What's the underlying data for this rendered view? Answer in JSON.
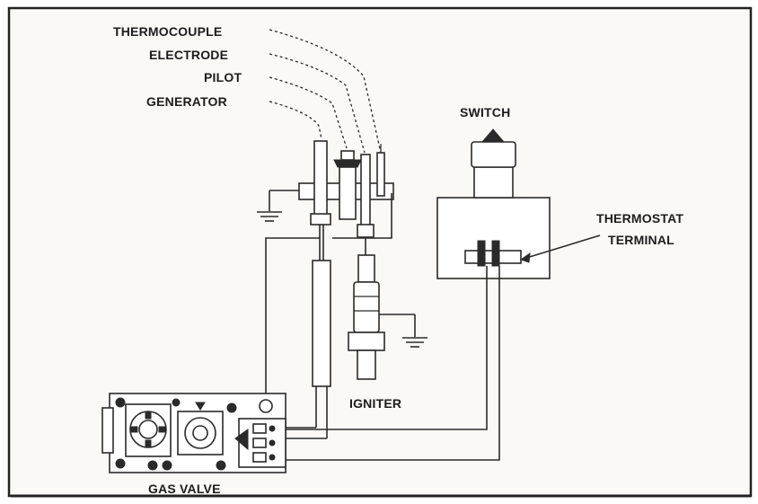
{
  "labels": {
    "thermocouple": "THERMOCOUPLE",
    "electrode": "ELECTRODE",
    "pilot": "PILOT",
    "generator": "GENERATOR",
    "switch": "SWITCH",
    "thermostat_line1": "THERMOSTAT",
    "thermostat_line2": "TERMINAL",
    "igniter": "IGNITER",
    "gas_valve": "GAS VALVE"
  },
  "colors": {
    "background": "#faf9f6",
    "ink": "#2a2a2a"
  }
}
